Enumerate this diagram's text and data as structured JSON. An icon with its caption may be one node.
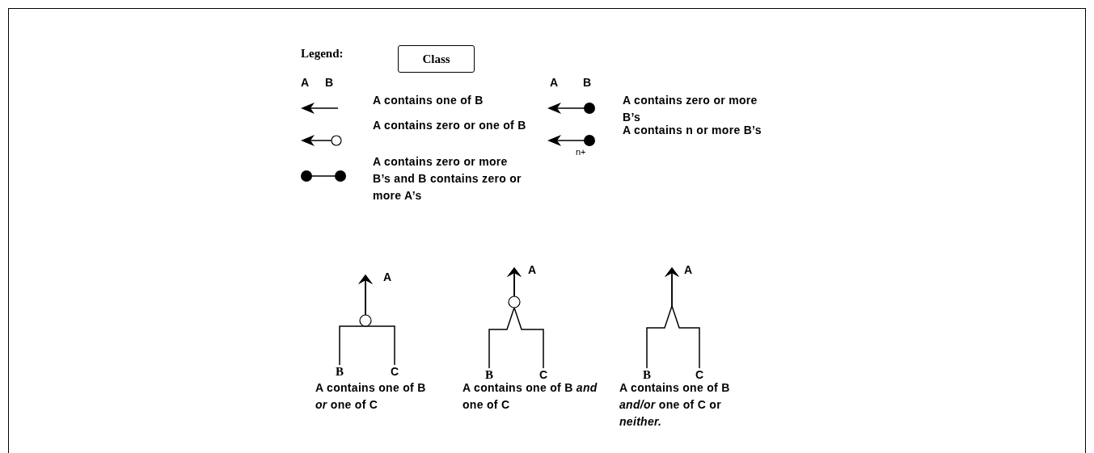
{
  "diagram": {
    "nodes": [
      {
        "text": [
          "Class"
        ]
      },
      {
        "text": [
          "A"
        ]
      },
      {
        "text": [
          "B"
        ]
      },
      {
        "text": [
          "C"
        ]
      },
      {
        "text": [
          "A"
        ]
      },
      {
        "text": [
          "B"
        ]
      },
      {
        "text": [
          "C"
        ]
      },
      {
        "text": [
          "A"
        ]
      },
      {
        "text": [
          "B"
        ]
      },
      {
        "text": [
          "C"
        ]
      }
    ],
    "edges": [
      {
        "from": 2,
        "to": 1,
        "arrow": "to"
      },
      {
        "from": 3,
        "to": 1,
        "arrow": "to"
      },
      {
        "from": 5,
        "to": 4,
        "arrow": "to"
      },
      {
        "from": 6,
        "to": 4,
        "arrow": "to"
      },
      {
        "from": 8,
        "to": 7,
        "arrow": "to"
      },
      {
        "from": 9,
        "to": 7,
        "arrow": "to"
      }
    ],
    "labels": [
      "Legend:",
      "A",
      "B",
      "A",
      "B",
      "n+",
      "A contains one of B *or* one of C",
      "A contains one of B *and* one of C",
      "A contains one of B *and/or* one of C or *neither.*"
    ],
    "legend": [
      {
        "text": "A contains one of B"
      },
      {
        "text": "A contains zero or more B’s"
      },
      {
        "text": "A contains zero or one of B"
      },
      {
        "text": "A contains n or more B’s"
      },
      {
        "text": "A contains zero or more B’s and B contains zero or more A’s"
      }
    ]
  }
}
